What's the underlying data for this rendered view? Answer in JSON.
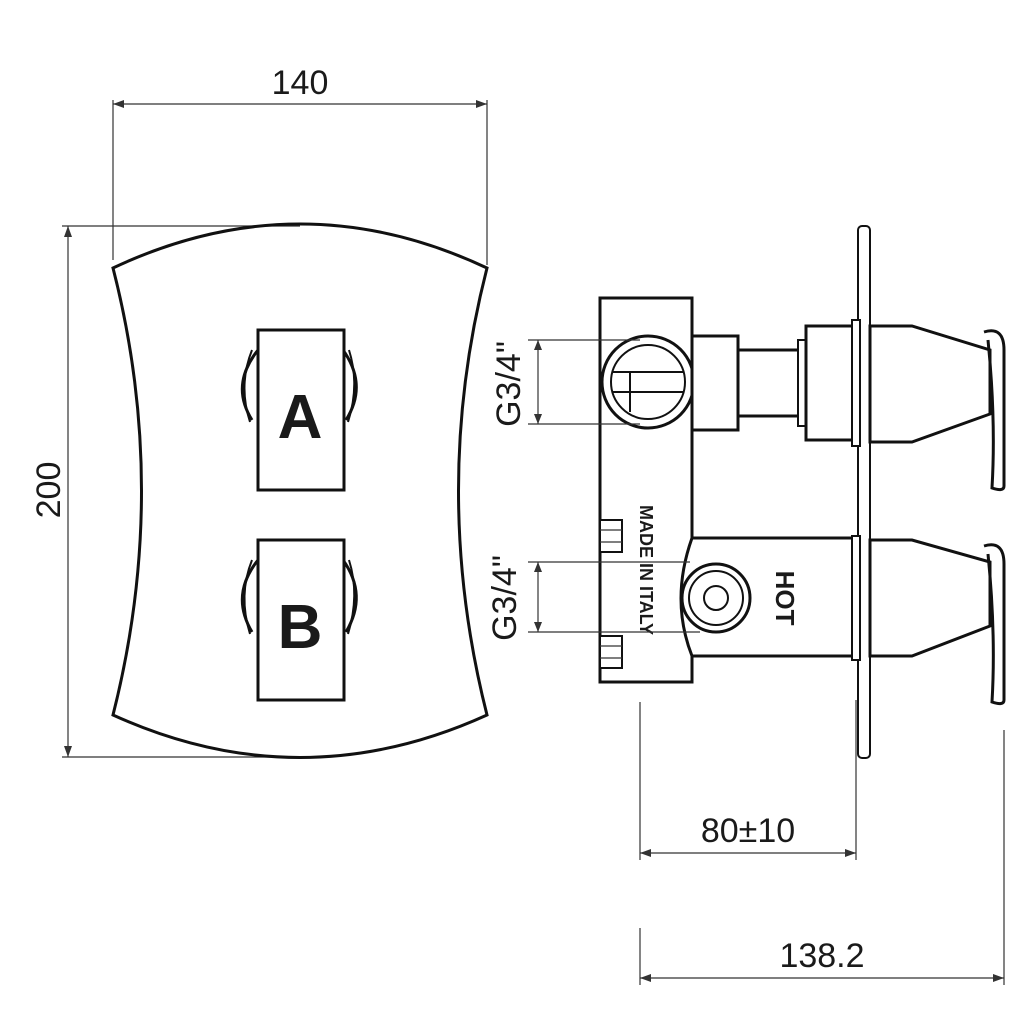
{
  "dimensions": {
    "width": "140",
    "height": "200",
    "inlet_top": "G3/4\"",
    "inlet_bottom": "G3/4\"",
    "wall_depth": "80±10",
    "overall_depth": "138.2"
  },
  "plate_labels": {
    "top_knob": "A",
    "bottom_knob": "B"
  },
  "body_markings": {
    "made_in": "MADE IN ITALY",
    "hot": "HOT"
  }
}
